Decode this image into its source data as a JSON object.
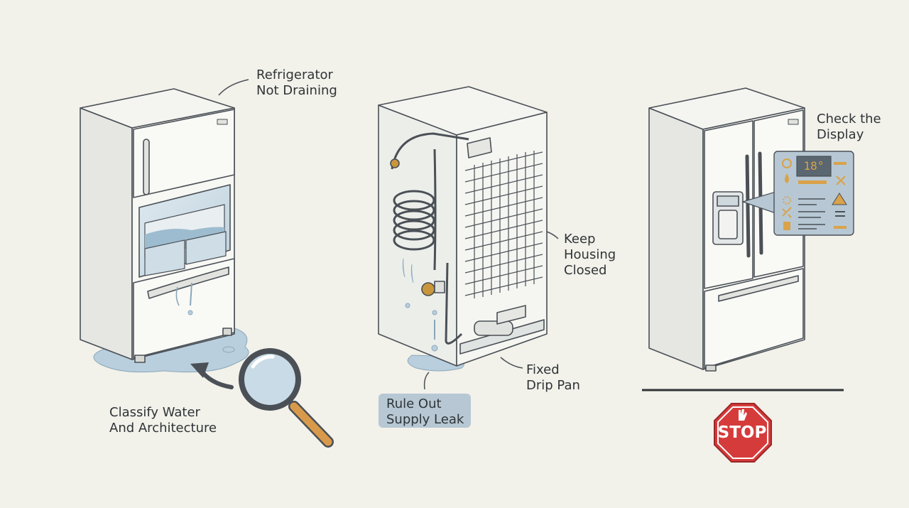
{
  "labels": {
    "refrigerator_not_draining": [
      "Refrigerator",
      "Not Draining"
    ],
    "classify_water": [
      "Classify Water",
      "And Architecture"
    ],
    "rule_out_supply_leak": [
      "Rule Out",
      "Supply Leak"
    ],
    "keep_housing_closed": [
      "Keep",
      "Housing",
      "Closed"
    ],
    "fixed_drip_pan": [
      "Fixed",
      "Drip Pan"
    ],
    "check_the_display": [
      "Check the",
      "Display"
    ]
  },
  "stop_sign": "STOP",
  "display_readout": "18°",
  "colors": {
    "background": "#f2f1ea",
    "outline": "#4a5056",
    "water": "#b9cfdd",
    "pill": "#b7c8d4",
    "stop_red": "#d63b3b",
    "brass": "#c9963b",
    "handle_orange": "#d89a4a"
  }
}
